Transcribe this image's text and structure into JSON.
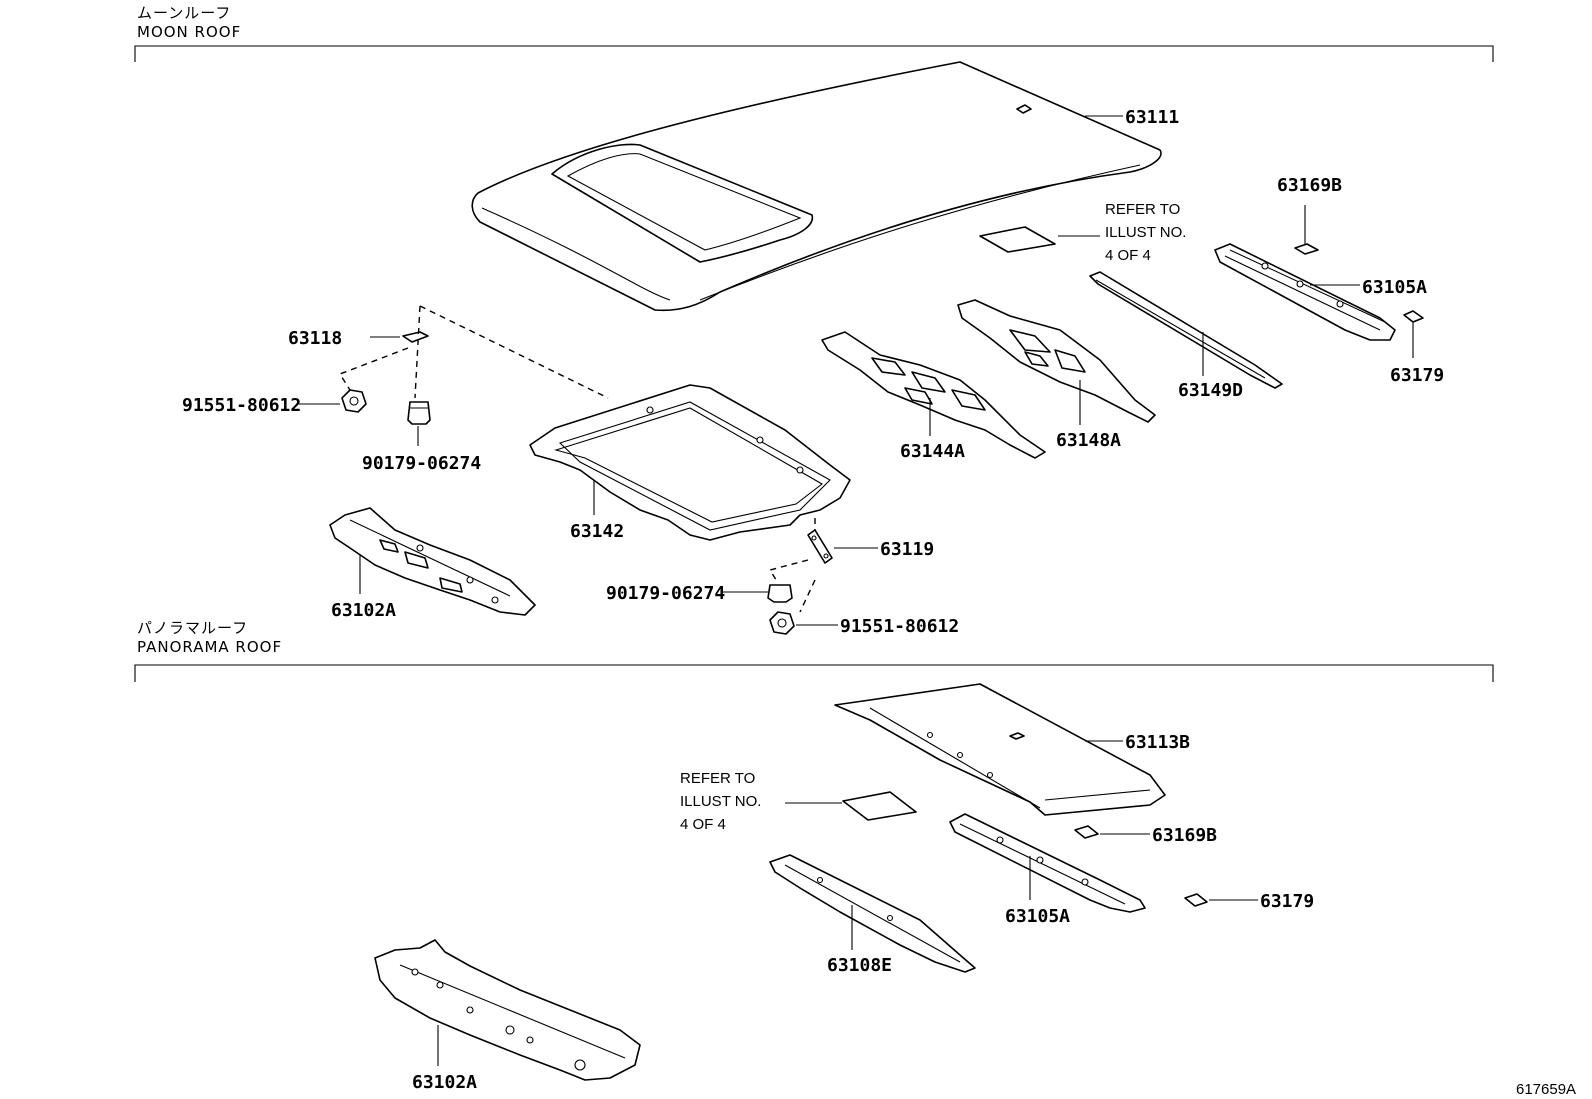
{
  "sections": {
    "moon_roof": {
      "title_jp": "ムーンルーフ",
      "title_en": "MOON ROOF"
    },
    "panorama_roof": {
      "title_jp": "パノラマルーフ",
      "title_en": "PANORAMA ROOF"
    }
  },
  "parts": {
    "p63111": "63111",
    "p63169b_top": "63169B",
    "p63105a_top": "63105A",
    "p63179_top": "63179",
    "p63149d": "63149D",
    "p63148a": "63148A",
    "p63144a": "63144A",
    "p63118": "63118",
    "p91551_top": "91551-80612",
    "p90179_top": "90179-06274",
    "p63142": "63142",
    "p63119": "63119",
    "p90179_bottom": "90179-06274",
    "p91551_bottom": "91551-80612",
    "p63102a_top": "63102A",
    "p63113b": "63113B",
    "p63169b_bottom": "63169B",
    "p63179_bottom": "63179",
    "p63105a_bottom": "63105A",
    "p63108e": "63108E",
    "p63102a_bottom": "63102A"
  },
  "notes": {
    "refer_top": [
      "REFER TO",
      "ILLUST NO.",
      "4 OF 4"
    ],
    "refer_bottom": [
      "REFER TO",
      "ILLUST NO.",
      "4 OF 4"
    ]
  },
  "figure_id": "617659A"
}
